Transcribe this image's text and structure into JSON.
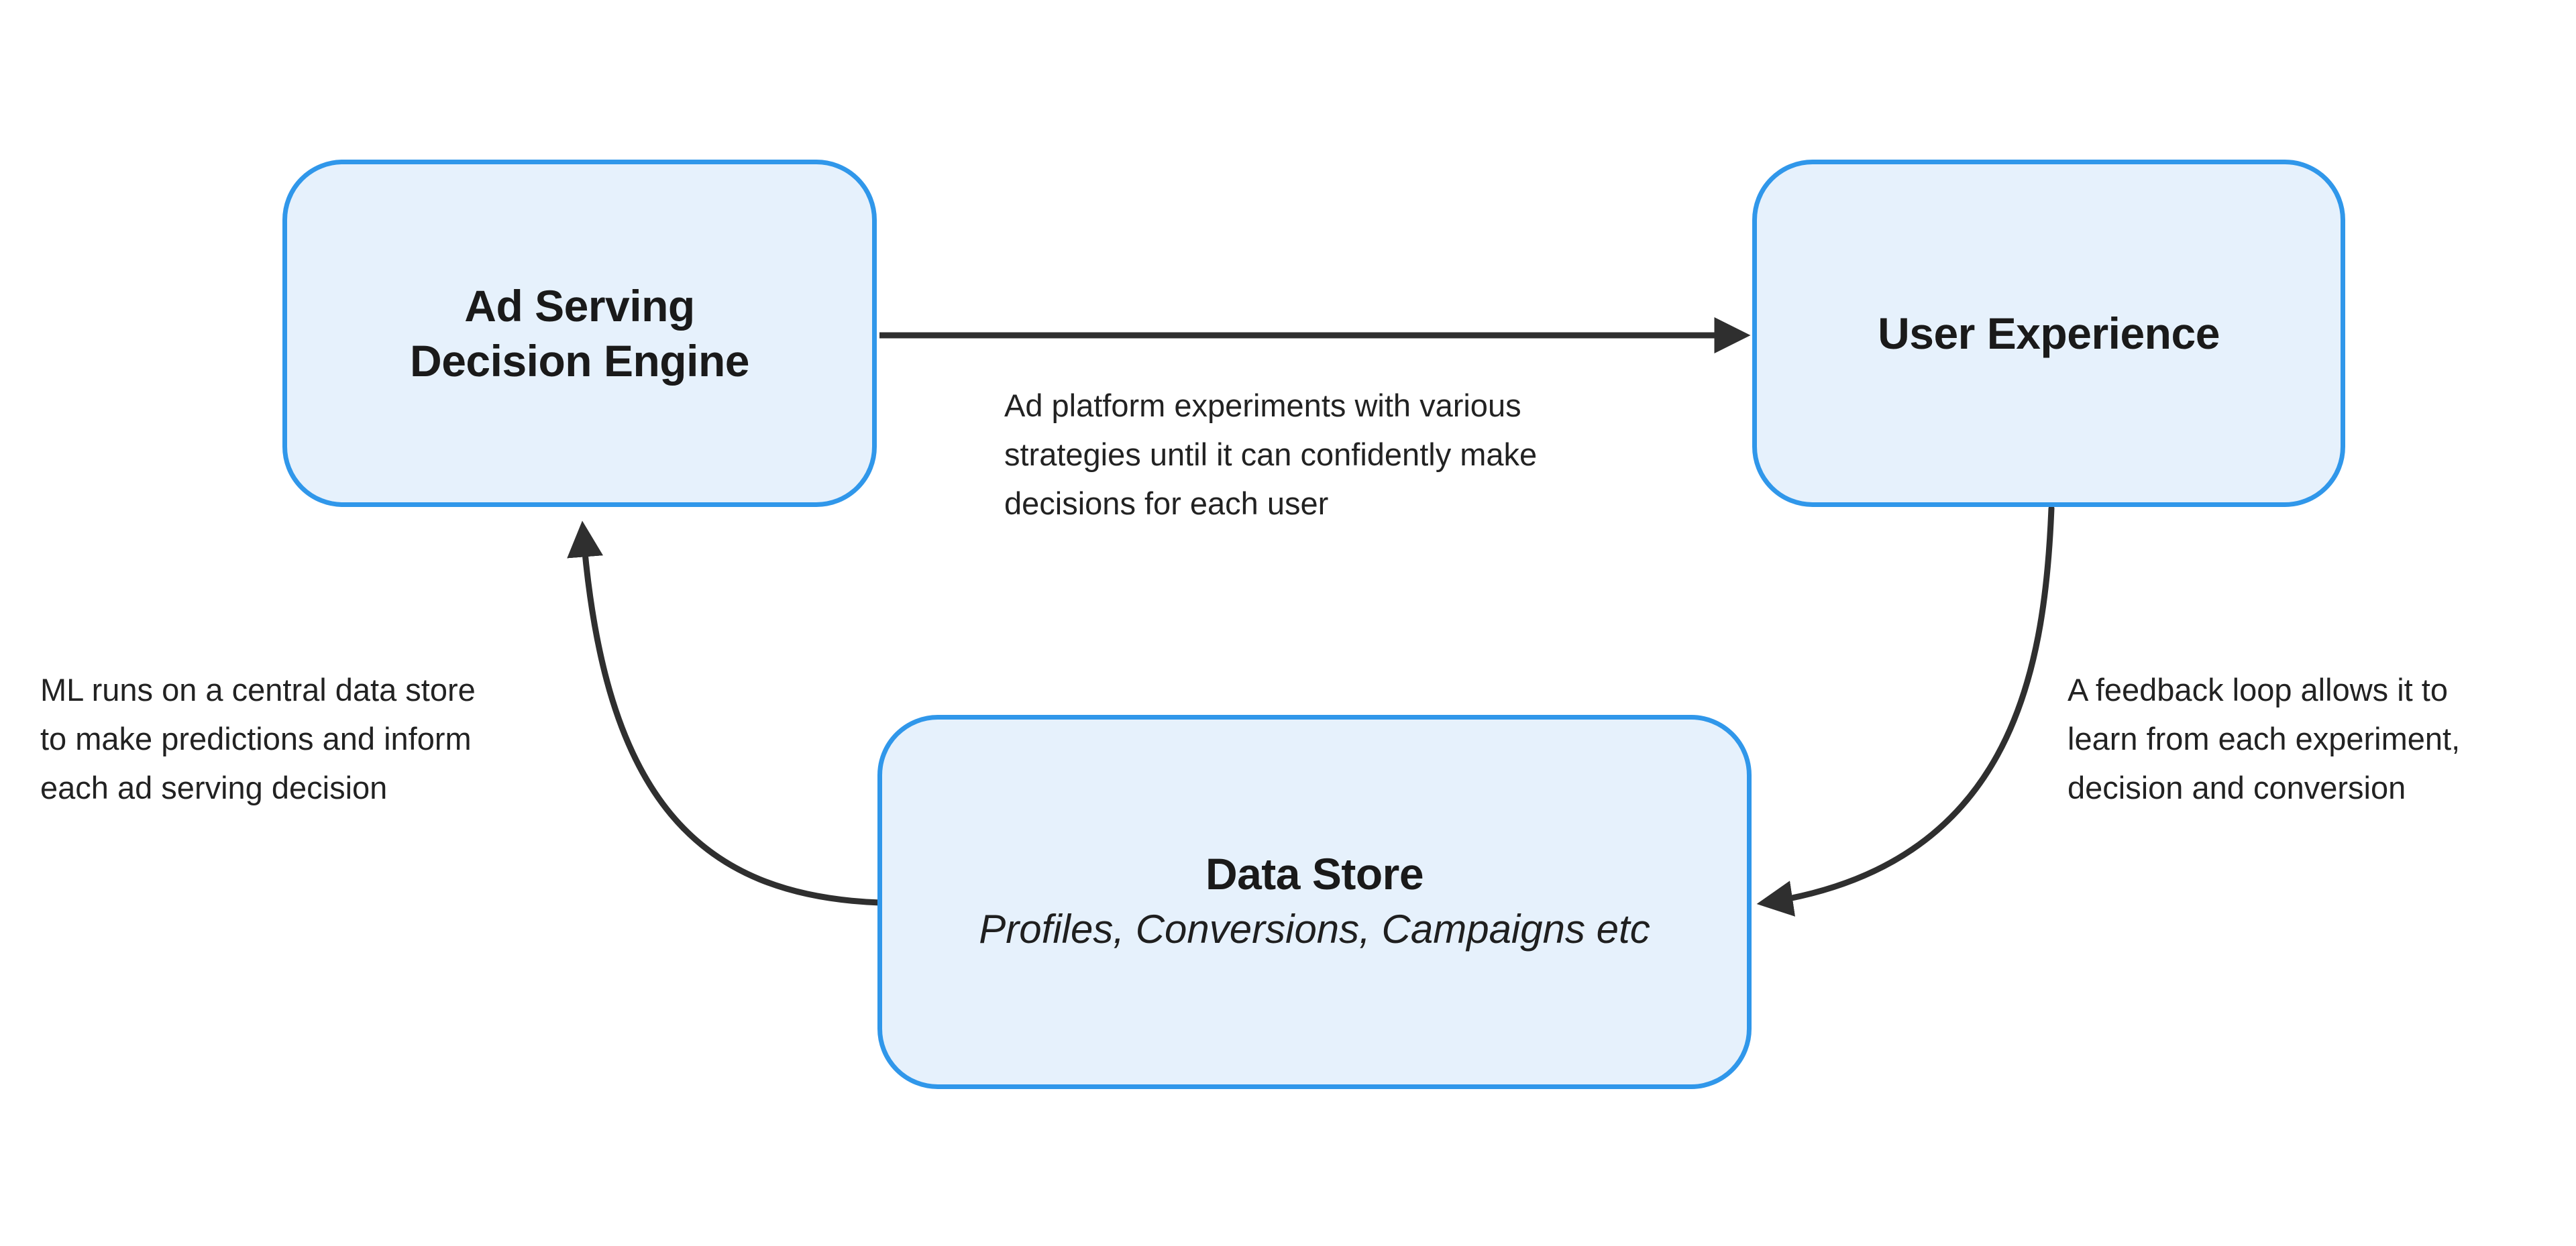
{
  "diagram": {
    "colors": {
      "background": "#FFFFFF",
      "node_fill": "#E6F1FC",
      "node_border": "#3097EA",
      "arrow": "#2F2F2F",
      "heading_text": "#1A1A1A",
      "body_text": "#222222"
    },
    "nodes": {
      "ad_serving": {
        "title_line1": "Ad Serving",
        "title_line2": "Decision Engine"
      },
      "user_experience": {
        "title": "User Experience"
      },
      "data_store": {
        "title": "Data Store",
        "subtitle": "Profiles, Conversions, Campaigns etc"
      }
    },
    "edges": {
      "ad_serving_to_user_experience": {
        "label_line1": "Ad platform experiments with various",
        "label_line2": "strategies until it can confidently make",
        "label_line3": "decisions for each user"
      },
      "user_experience_to_data_store": {
        "label_line1": "A feedback loop allows it to",
        "label_line2": "learn from each experiment,",
        "label_line3": "decision and conversion"
      },
      "data_store_to_ad_serving": {
        "label_line1": "ML runs on a central data store",
        "label_line2": "to make predictions and inform",
        "label_line3": "each ad serving decision"
      }
    }
  }
}
